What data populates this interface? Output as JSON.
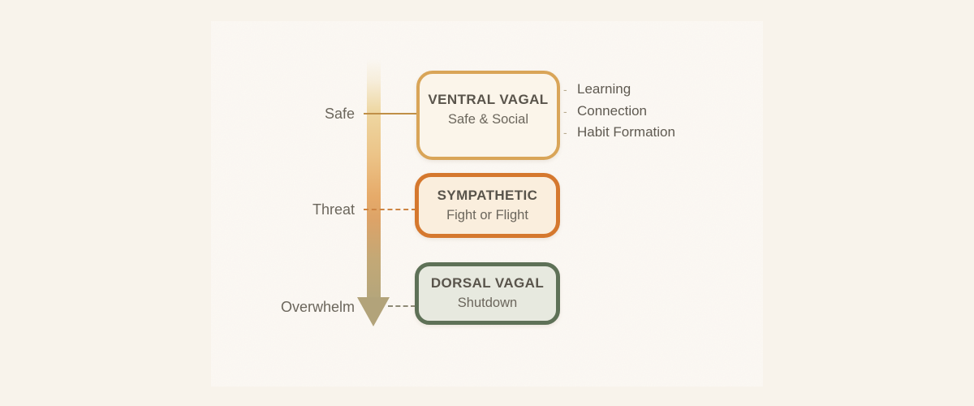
{
  "diagram": {
    "topic": "Autonomic nervous system states ladder",
    "outer_background": "#f8f3eb",
    "panel_background": "#fcf9f4"
  },
  "ladder": {
    "levels": [
      {
        "label": "Safe",
        "connector_style": "solid"
      },
      {
        "label": "Threat",
        "connector_style": "dashed"
      },
      {
        "label": "Overwhelm",
        "connector_style": "dashed"
      }
    ],
    "arrow": {
      "direction": "down",
      "color_top": "#f3e6c8",
      "color_upper": "#eed7a2",
      "color_middle": "#e6aa69",
      "color_lower": "#c3a876",
      "head_color": "#b2a37a"
    }
  },
  "states": [
    {
      "name": "VENTRAL VAGAL",
      "subtitle": "Safe & Social",
      "border_color": "#d9a558",
      "fill_color": "#fbf5ea"
    },
    {
      "name": "SYMPATHETIC",
      "subtitle": "Fight or Flight",
      "border_color": "#d5782e",
      "fill_color": "#faeedd"
    },
    {
      "name": "DORSAL VAGAL",
      "subtitle": "Shutdown",
      "border_color": "#5e7157",
      "fill_color": "#e7e9df"
    }
  ],
  "ventral_features": {
    "items": [
      {
        "bullet": "-",
        "label": "Learning"
      },
      {
        "bullet": "-",
        "label": "Connection"
      },
      {
        "bullet": "-",
        "label": "Habit Formation"
      }
    ]
  }
}
